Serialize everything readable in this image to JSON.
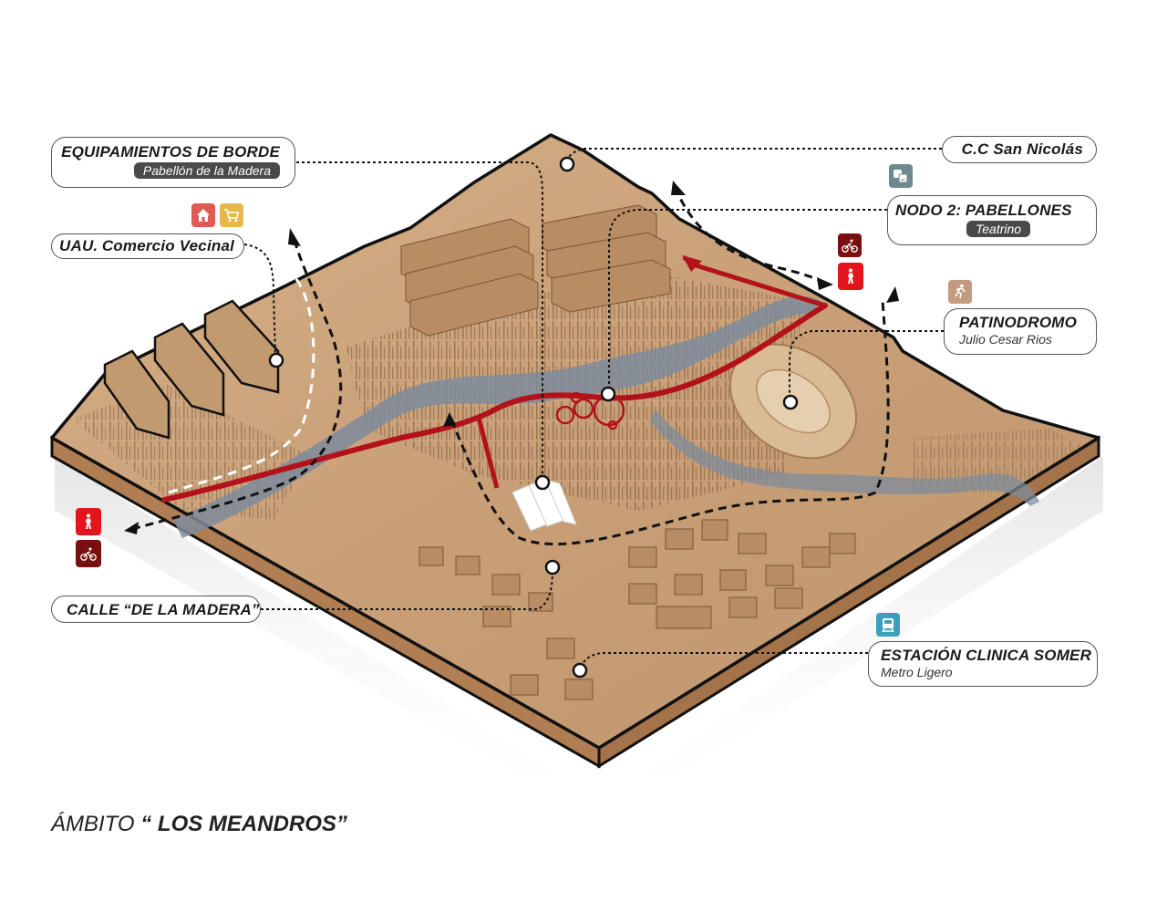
{
  "title": {
    "prefix": "ÁMBITO",
    "name": "“ LOS MEANDROS”"
  },
  "labels": {
    "equipamientos": {
      "title": "EQUIPAMIENTOS DE BORDE",
      "subtitle": "Pabellón de la Madera"
    },
    "uau": {
      "title_bold": "UAU.",
      "title_rest": "Comercio Vecinal"
    },
    "cc": {
      "title": "C.C San Nicolás"
    },
    "nodo2": {
      "title_bold": "NODO 2:",
      "title_rest": "PABELLONES",
      "subtitle": "Teatrino"
    },
    "patinodromo": {
      "title": "PATINODROMO",
      "subtitle": "Julio Cesar Rios"
    },
    "calle": {
      "title_bold": "CALLE",
      "title_rest": "“DE LA MADERA”"
    },
    "estacion": {
      "title": "ESTACIÓN CLINICA SOMER",
      "subtitle": "Metro Ligero"
    }
  },
  "icons": {
    "home": {
      "name": "home-icon",
      "color": "#e05a55"
    },
    "cart": {
      "name": "shopping-cart-icon",
      "color": "#e9b84a"
    },
    "theater": {
      "name": "theater-masks-icon",
      "color": "#6e8a90"
    },
    "bike": {
      "name": "bicycle-icon",
      "color": "#7a0f10"
    },
    "walk": {
      "name": "pedestrian-icon",
      "color": "#e3141b"
    },
    "run": {
      "name": "running-icon",
      "color": "#c49a80"
    },
    "metro": {
      "name": "metro-train-icon",
      "color": "#3aa0bd"
    }
  },
  "colors": {
    "wood": "#c9a27a",
    "wood_dark": "#a77c55",
    "wood_side": "#b8875a",
    "river": "#7e8c9c",
    "route": "#b3121a",
    "outline": "#111111"
  }
}
